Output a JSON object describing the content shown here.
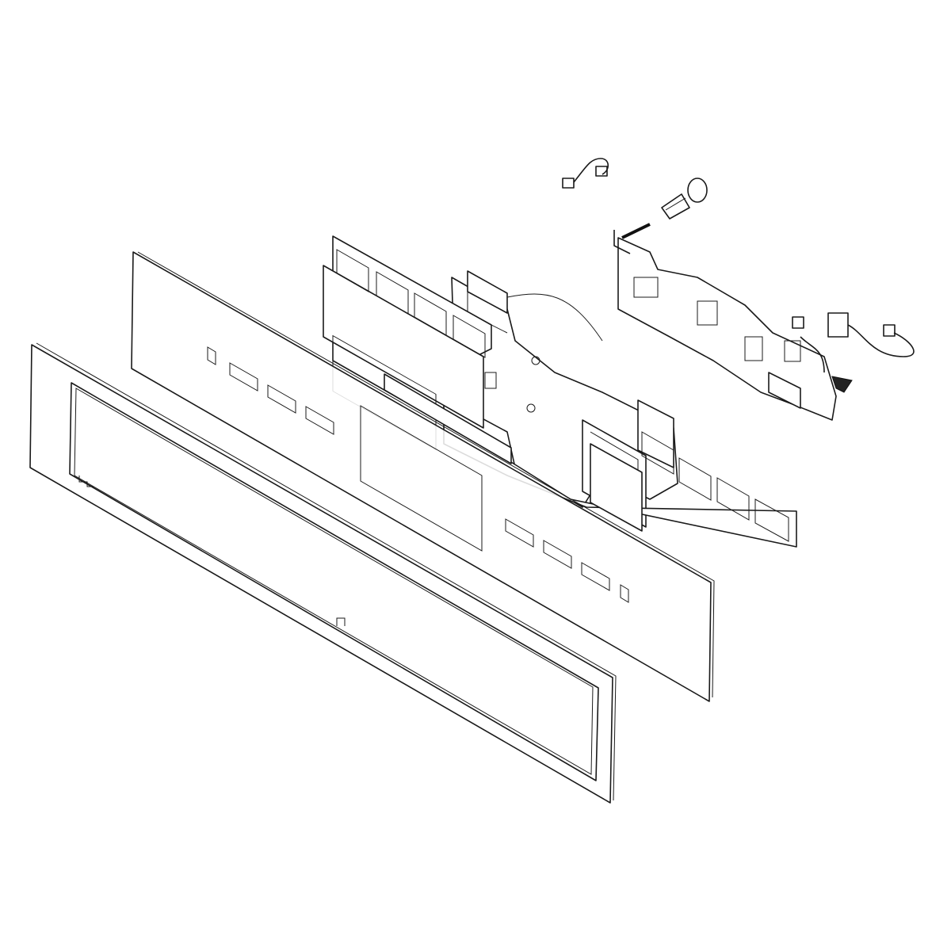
{
  "diagram": {
    "type": "exploded-parts-view",
    "line_color": "#1a1a1a",
    "background": "#ffffff",
    "parts": [
      {
        "id": "front-frame"
      },
      {
        "id": "glass-control-panel"
      },
      {
        "id": "keypad-membrane-board"
      },
      {
        "id": "main-control-board"
      },
      {
        "id": "mounting-bracket"
      },
      {
        "id": "screw"
      },
      {
        "id": "wire-harness-top"
      },
      {
        "id": "wire-harness-right"
      }
    ]
  }
}
